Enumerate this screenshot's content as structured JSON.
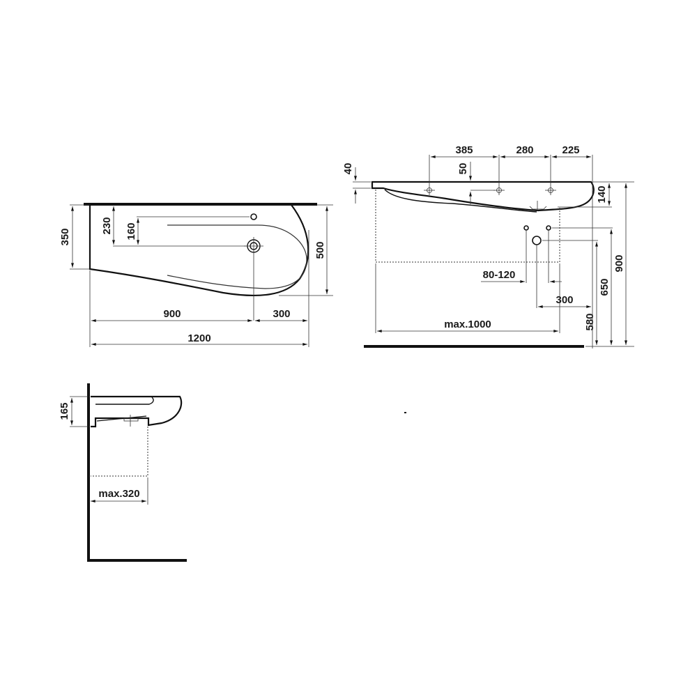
{
  "drawing": {
    "type": "technical dimension drawing",
    "subject": "washbasin",
    "units": "mm"
  },
  "top_view": {
    "dimensions": {
      "depth_left": "350",
      "tap_hole_offset": "230",
      "tap_to_waste": "160",
      "depth_right": "500",
      "left_to_waste": "900",
      "waste_to_right": "300",
      "total_width": "1200"
    }
  },
  "front_view": {
    "dimensions": {
      "rim_thickness": "40",
      "overflow_offset": "50",
      "hole_spacing_1": "385",
      "hole_spacing_2": "280",
      "hole_spacing_3": "225",
      "basin_height": "140",
      "supply_spacing": "80-120",
      "waste_offset": "300",
      "max_cabinet_width": "max.1000",
      "waste_height": "580",
      "supply_height": "650",
      "rim_height": "900"
    }
  },
  "side_view": {
    "dimensions": {
      "basin_height": "165",
      "max_cabinet_depth": "max.320"
    }
  },
  "colors": {
    "line": "#111111",
    "background": "#ffffff"
  }
}
